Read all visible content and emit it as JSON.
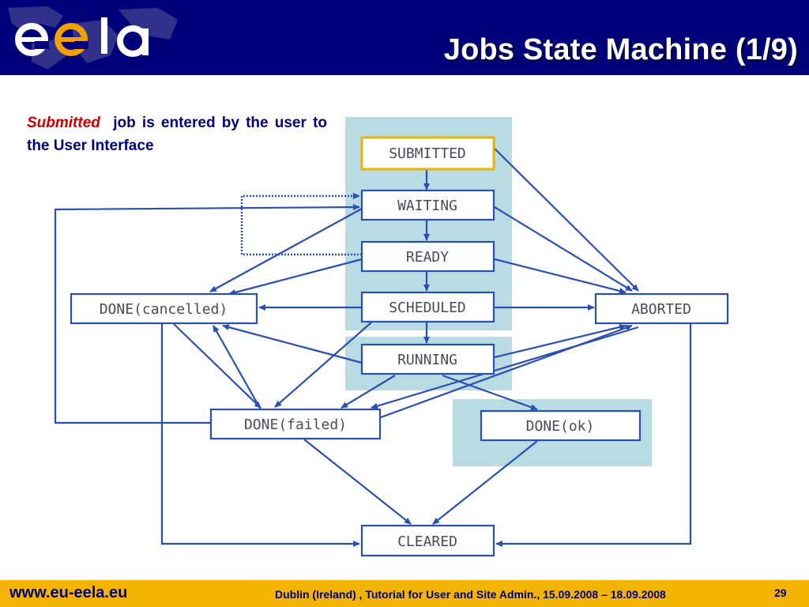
{
  "header": {
    "title": "Jobs State Machine (1/9)",
    "background": "#00007a",
    "logo_text": "eela"
  },
  "intro": {
    "highlight": "Submitted",
    "text": "job is entered by the user to the User Interface"
  },
  "diagram": {
    "states": {
      "submitted": "SUBMITTED",
      "waiting": "WAITING",
      "ready": "READY",
      "scheduled": "SCHEDULED",
      "running": "RUNNING",
      "done_cancelled": "DONE(cancelled)",
      "aborted": "ABORTED",
      "done_failed": "DONE(failed)",
      "done_ok": "DONE(ok)",
      "cleared": "CLEARED"
    },
    "active_state": "SUBMITTED",
    "colors": {
      "arrow": "#2a4fb3",
      "box_border": "#2a4fb3",
      "highlight_panel": "#b9dce4",
      "active_border": "#e8b400"
    }
  },
  "footer": {
    "url": "www.eu-eela.eu",
    "text": "Dublin (Ireland) , Tutorial for User and Site Admin., 15.09.2008 – 18.09.2008",
    "page": "29",
    "background": "#f2b400"
  }
}
